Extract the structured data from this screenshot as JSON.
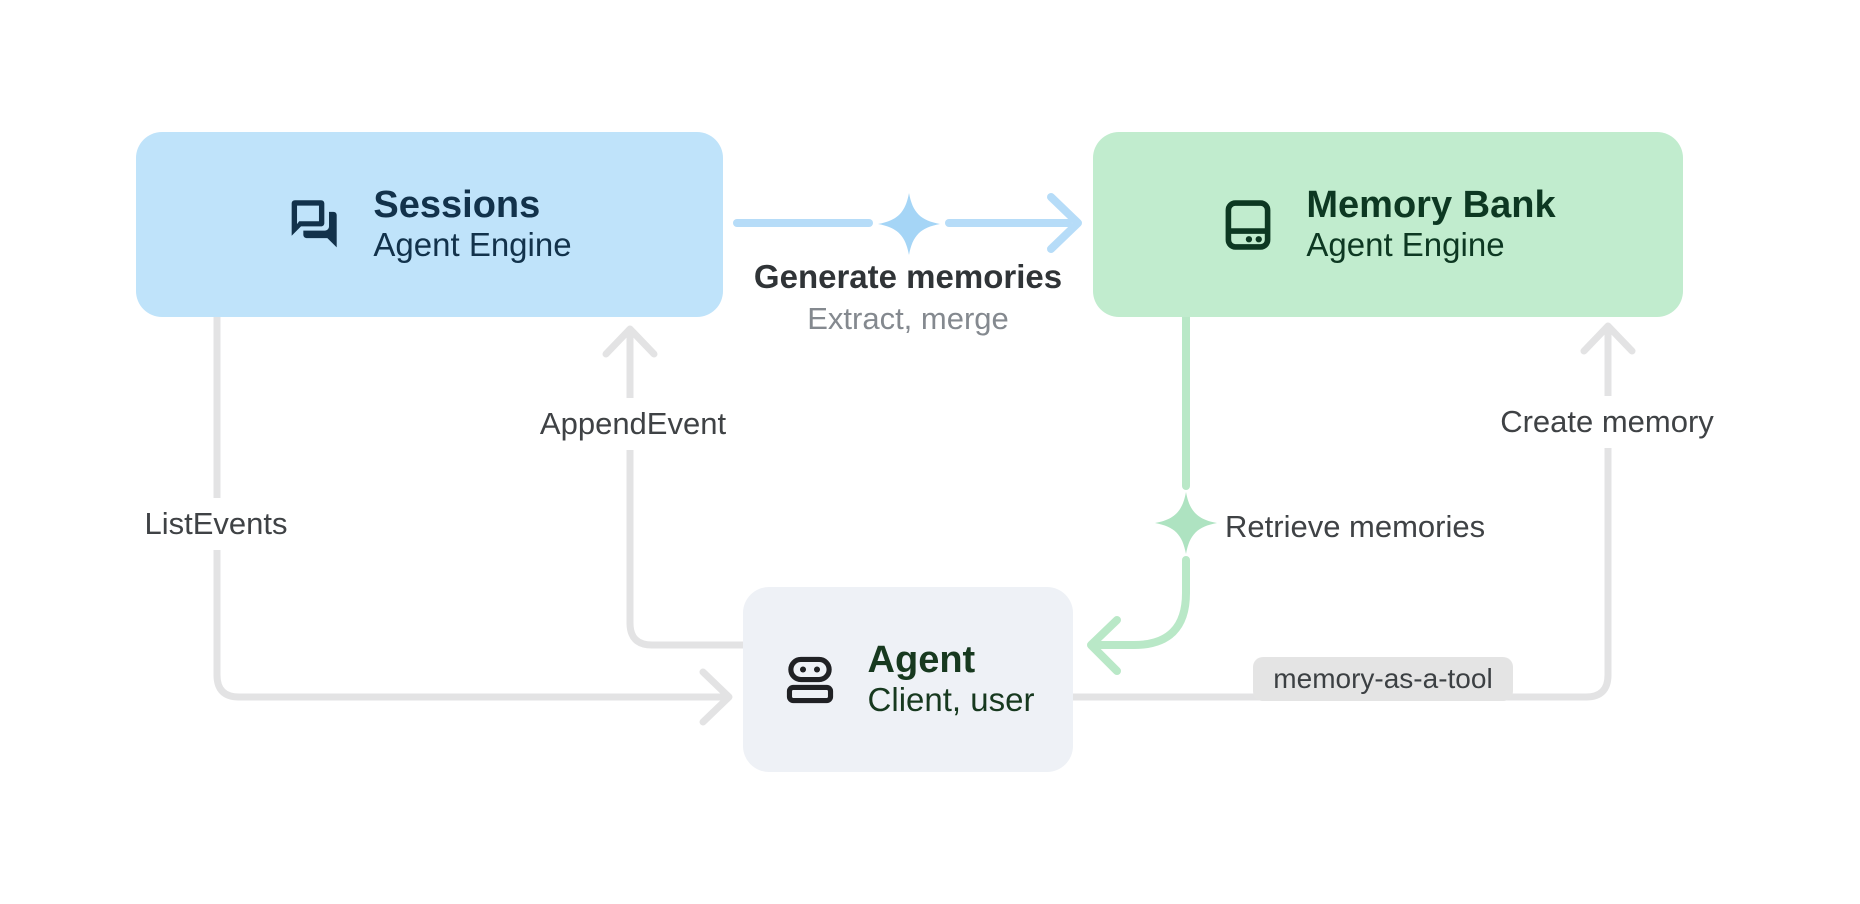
{
  "diagram": {
    "type": "architecture-flow",
    "background": "#ffffff",
    "nodes": [
      {
        "id": "sessions",
        "title": "Sessions",
        "subtitle": "Agent Engine",
        "icon": "forum-icon",
        "bg": "#bfe3fa",
        "fg": "#12324b"
      },
      {
        "id": "memory_bank",
        "title": "Memory Bank",
        "subtitle": "Agent Engine",
        "icon": "memory-bank-icon",
        "bg": "#c1ecce",
        "fg": "#0d3822"
      },
      {
        "id": "agent",
        "title": "Agent",
        "subtitle": "Client, user",
        "icon": "robot-icon",
        "bg": "#eef1f6",
        "fg": "#17391f"
      }
    ],
    "edges": {
      "generate_memories": {
        "from": "sessions",
        "to": "memory_bank",
        "label": "Generate memories",
        "sublabel": "Extract, merge",
        "color": "#b6dcf8",
        "sparkle": "sparkle-icon",
        "sparkle_color": "#a5d5f6"
      },
      "append_event": {
        "from": "agent",
        "to": "sessions",
        "label": "AppendEvent",
        "color": "#e3e3e4"
      },
      "list_events": {
        "from": "sessions",
        "to": "agent",
        "label": "ListEvents",
        "color": "#e3e3e4"
      },
      "retrieve_memories": {
        "from": "memory_bank",
        "to": "agent",
        "label": "Retrieve memories",
        "color": "#b9e8c7",
        "sparkle": "sparkle-icon",
        "sparkle_color": "#aee3c1"
      },
      "create_memory": {
        "from": "agent",
        "to": "memory_bank",
        "label": "Create memory",
        "badge": "memory-as-a-tool",
        "color": "#e3e3e4",
        "badge_bg": "#e4e4e4"
      }
    }
  }
}
